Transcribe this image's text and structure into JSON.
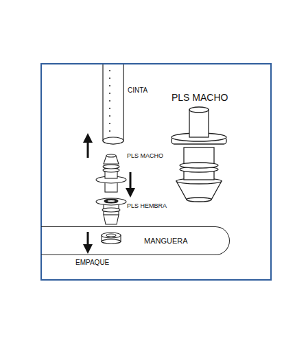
{
  "diagram": {
    "nodes": [
      {
        "text": [
          "MANGUERA"
        ]
      }
    ],
    "labels": [
      "CINTA",
      "PLS MACHO",
      "PLS MACHO",
      "PLS HEMBRA",
      "EMPAQUE"
    ]
  }
}
